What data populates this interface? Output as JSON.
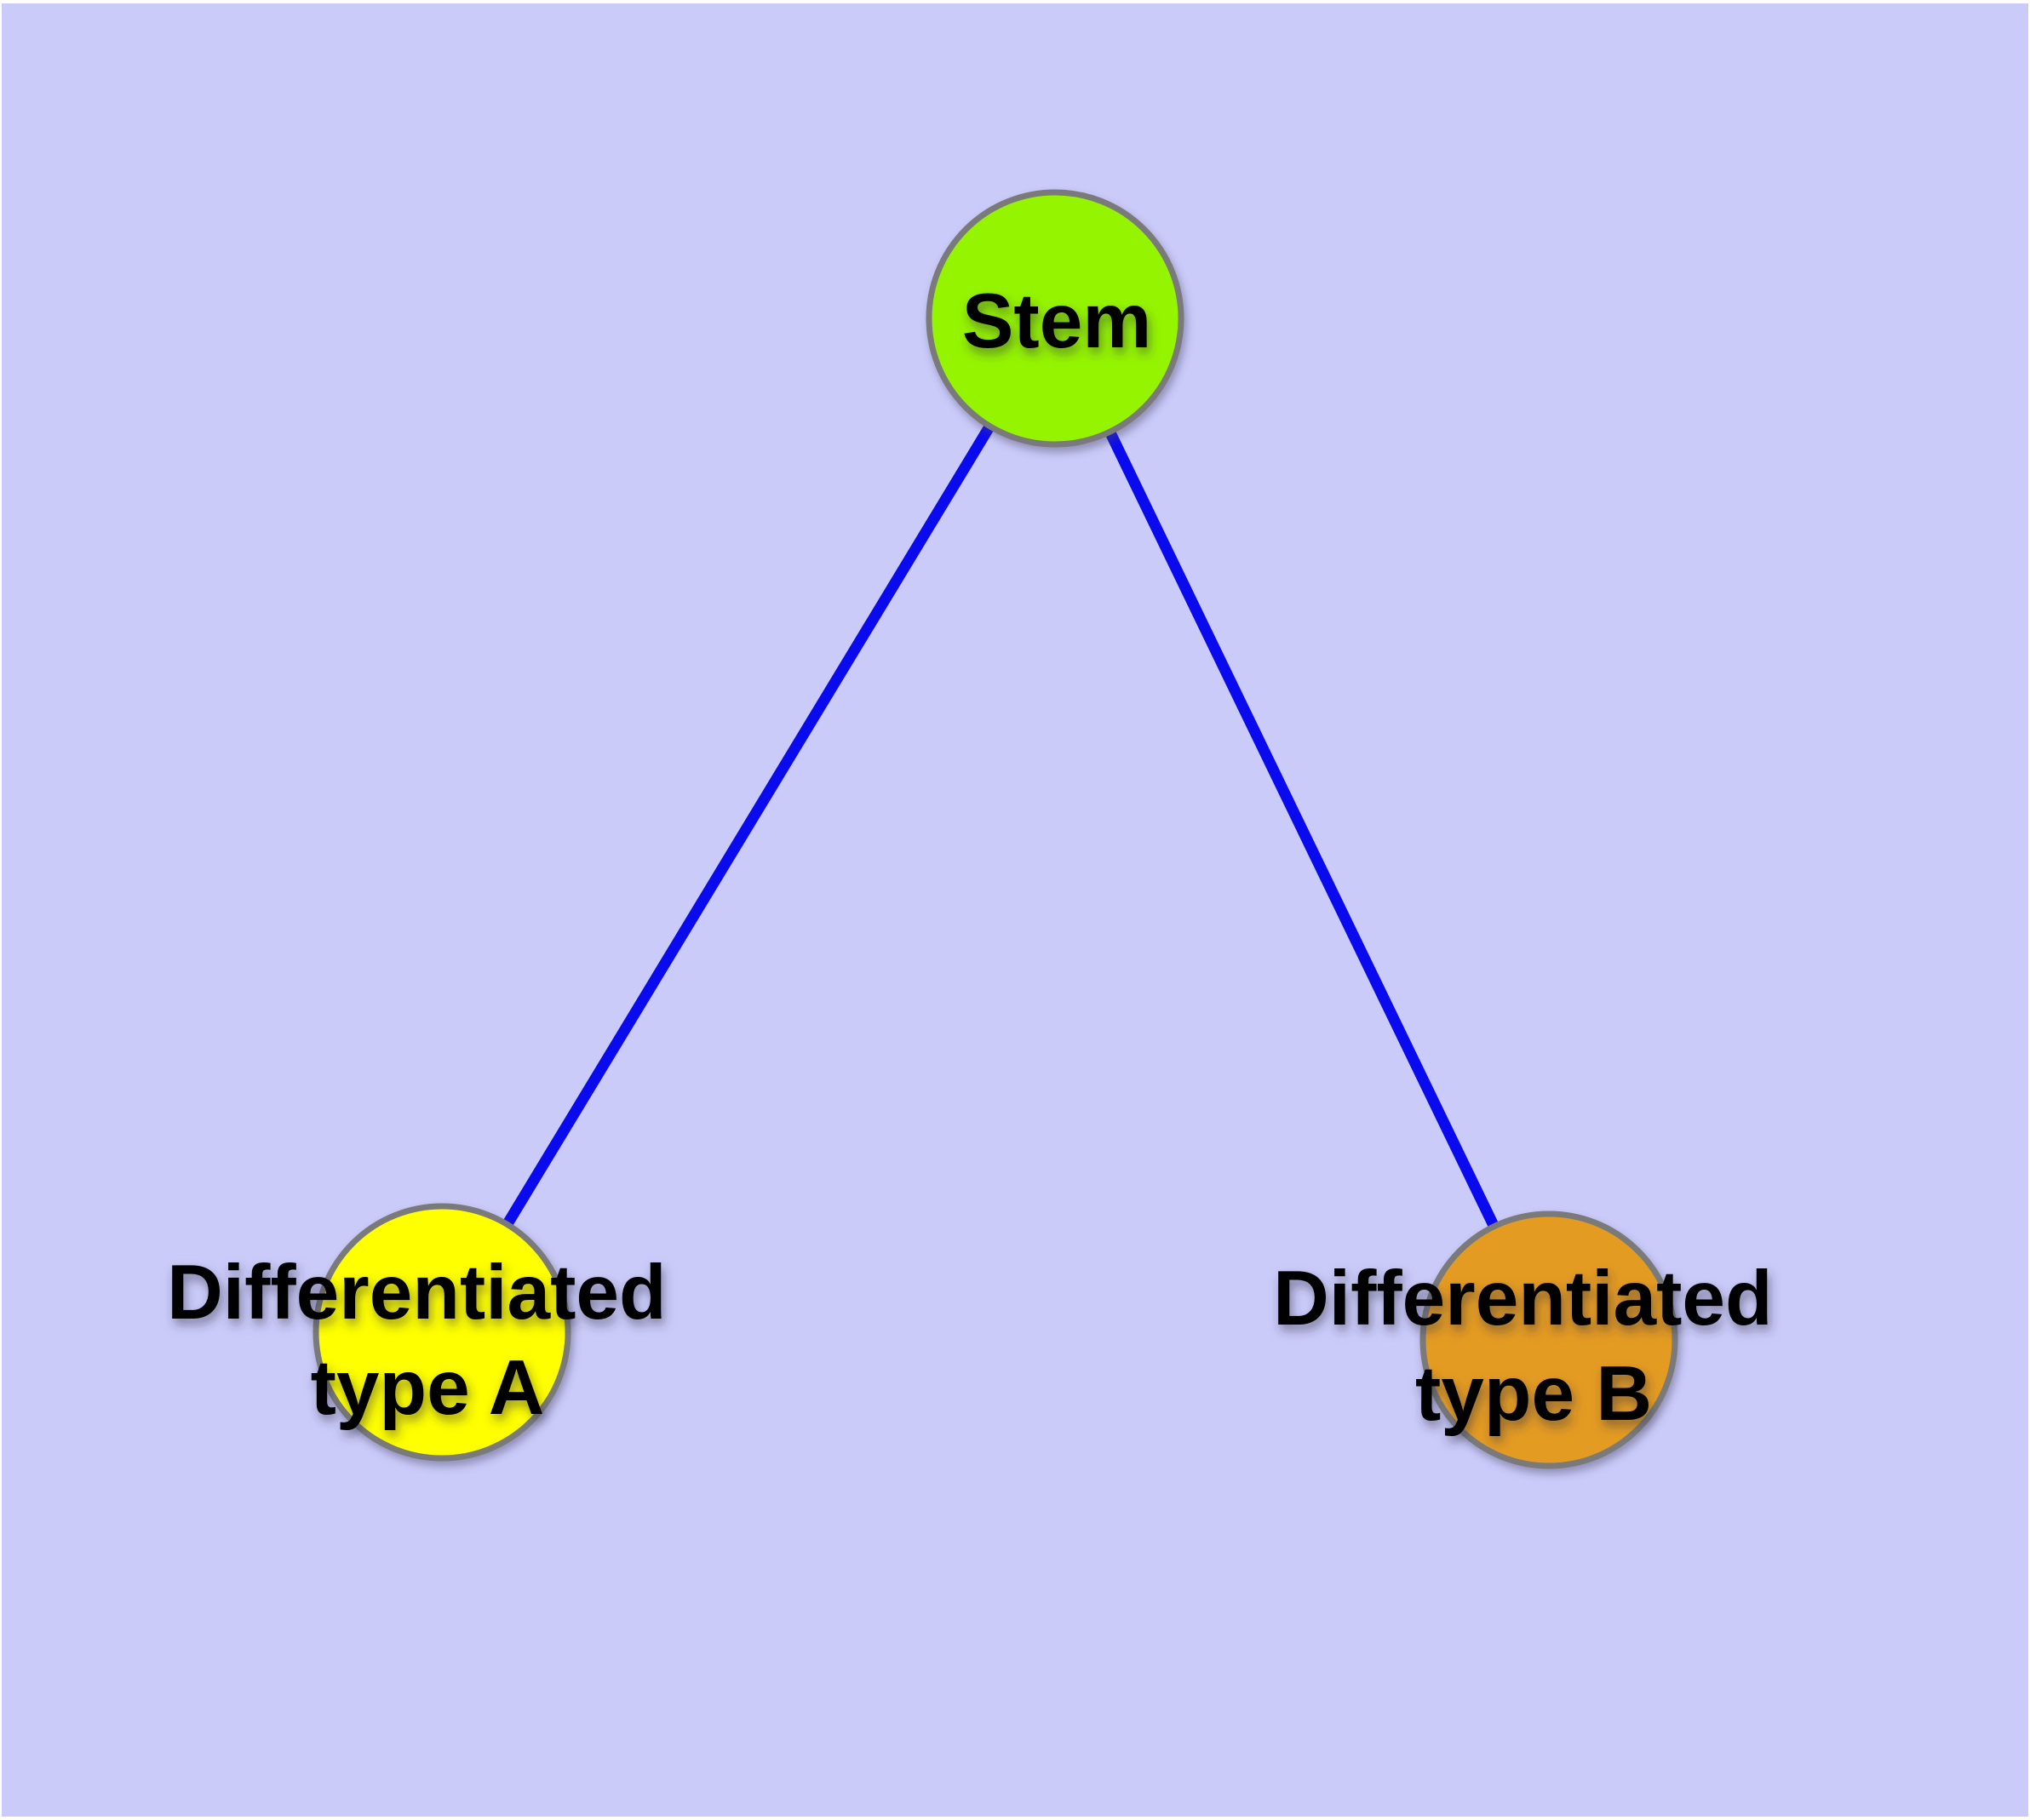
{
  "diagram": {
    "title": "",
    "colors": {
      "background": "#CBCBFA",
      "frame": "#FFFFFF",
      "edge": "#0A0AEF",
      "node_border": "#7A7A7A",
      "label": "#000000"
    },
    "nodes": [
      {
        "id": "stem",
        "label_lines": [
          "Stem"
        ],
        "color": "#95F500"
      },
      {
        "id": "differentiated-type-a",
        "label_lines": [
          "Differentiated",
          "type A"
        ],
        "color": "#FFFF00"
      },
      {
        "id": "differentiated-type-b",
        "label_lines": [
          "Differentiated",
          "type B"
        ],
        "color": "#E49B21"
      }
    ],
    "edges": [
      {
        "from": "stem",
        "to": "differentiated-type-a"
      },
      {
        "from": "stem",
        "to": "differentiated-type-b"
      }
    ]
  }
}
